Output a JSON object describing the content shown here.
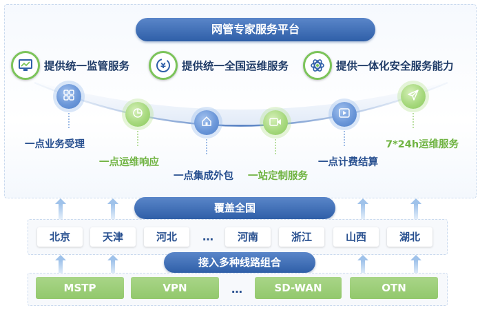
{
  "platform_title": "网管专家服务平台",
  "services": [
    {
      "label": "提供统一监管服务",
      "icon": "monitor-icon"
    },
    {
      "label": "提供统一全国运维服务",
      "icon": "yen-coin-icon"
    },
    {
      "label": "提供一体化安全服务能力",
      "icon": "atom-icon"
    }
  ],
  "nodes": [
    {
      "label": "一点业务受理",
      "color": "blue",
      "icon": "grid-apps-icon"
    },
    {
      "label": "一点运维响应",
      "color": "green",
      "icon": "pie-chart-icon"
    },
    {
      "label": "一点集成外包",
      "color": "blue",
      "icon": "home-icon"
    },
    {
      "label": "一站定制服务",
      "color": "green",
      "icon": "video-icon"
    },
    {
      "label": "一点计费结算",
      "color": "blue",
      "icon": "play-icon"
    },
    {
      "label": "7*24h运维服务",
      "color": "green",
      "icon": "send-icon"
    }
  ],
  "coverage_title": "覆盖全国",
  "provinces": [
    "北京",
    "天津",
    "河北",
    "河南",
    "浙江",
    "山西",
    "湖北"
  ],
  "ellipsis": "…",
  "access_title": "接入多种线路组合",
  "lines": [
    "MSTP",
    "VPN",
    "SD-WAN",
    "OTN"
  ],
  "colors": {
    "primary": "#2f5fa8",
    "green": "#7cc45a",
    "dark_text": "#1e3a66"
  }
}
